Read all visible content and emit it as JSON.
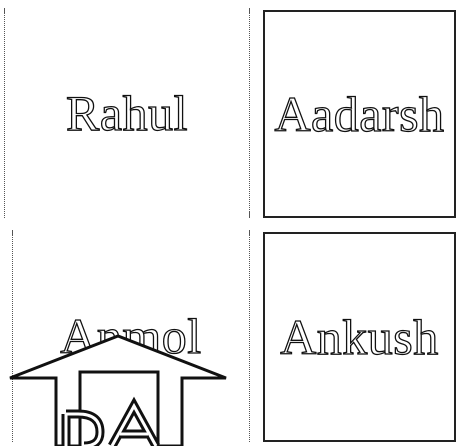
{
  "tiles": [
    {
      "label": "Rahul"
    },
    {
      "label": "Aadarsh"
    },
    {
      "label": "Anmol"
    },
    {
      "label": "Ankush"
    }
  ],
  "logo": {
    "lettering": "DA",
    "icon": "house-arrow-logo"
  },
  "colors": {
    "ink": "#111111",
    "background": "#ffffff"
  }
}
